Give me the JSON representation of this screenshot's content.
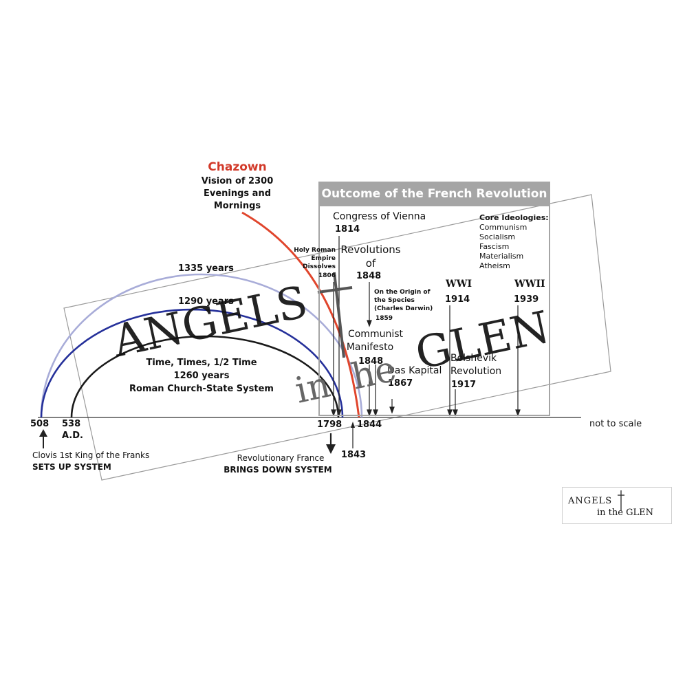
{
  "title": {
    "red": "Chazown",
    "sub": [
      "Vision of 2300",
      "Evenings and",
      "Mornings"
    ]
  },
  "arcs": {
    "a1335": "1335 years",
    "a1290": "1290 years",
    "a1260": [
      "Time, Times, 1/2 Time",
      "1260 years",
      "Roman Church-State System"
    ]
  },
  "axis": {
    "y508": "508",
    "y538": "538",
    "ad": "A.D.",
    "y1798": "1798",
    "y1844": "1844",
    "y1843": "1843",
    "scale_note": "not to scale"
  },
  "notes": {
    "clovis": "Clovis 1st King of the Franks",
    "sets_up": "SETS UP SYSTEM",
    "rev_france": "Revolutionary France",
    "brings_down": "BRINGS DOWN SYSTEM"
  },
  "panel": {
    "header": "Outcome of the French Revolution",
    "congress": "Congress of Vienna",
    "y1814": "1814",
    "hre": [
      "Holy Roman",
      "Empire",
      "Dissolves",
      "1806"
    ],
    "revs": [
      "Revolutions",
      "of"
    ],
    "y1848": "1848",
    "origin": [
      "On the Origin of",
      "the Species",
      "(Charles Darwin)"
    ],
    "y1859": "1859",
    "communist": [
      "Communist",
      "Manifesto"
    ],
    "y1848b": "1848",
    "kapital": "Das Kapital",
    "y1867": "1867",
    "wwi": "WWI",
    "y1914": "1914",
    "wwii": "WWII",
    "y1939": "1939",
    "bolshevik": [
      "Bolshevik",
      "Revolution"
    ],
    "y1917": "1917",
    "core_title": "Core Ideologies:",
    "ideologies": [
      "Communism",
      "Socialism",
      "Fascism",
      "Materialism",
      "Atheism"
    ]
  },
  "watermark": {
    "angels": "ANGELS",
    "in": "in",
    "the": "he",
    "glen": "GLEN"
  },
  "logo": {
    "angels": "ANGELS",
    "in_the": "in the GLEN"
  },
  "colors": {
    "arc1335": "#a8acd8",
    "arc1290": "#25309a",
    "arc1260": "#1a1a1a",
    "chazown": "#e0452c",
    "panel": "#a5a5a5"
  }
}
